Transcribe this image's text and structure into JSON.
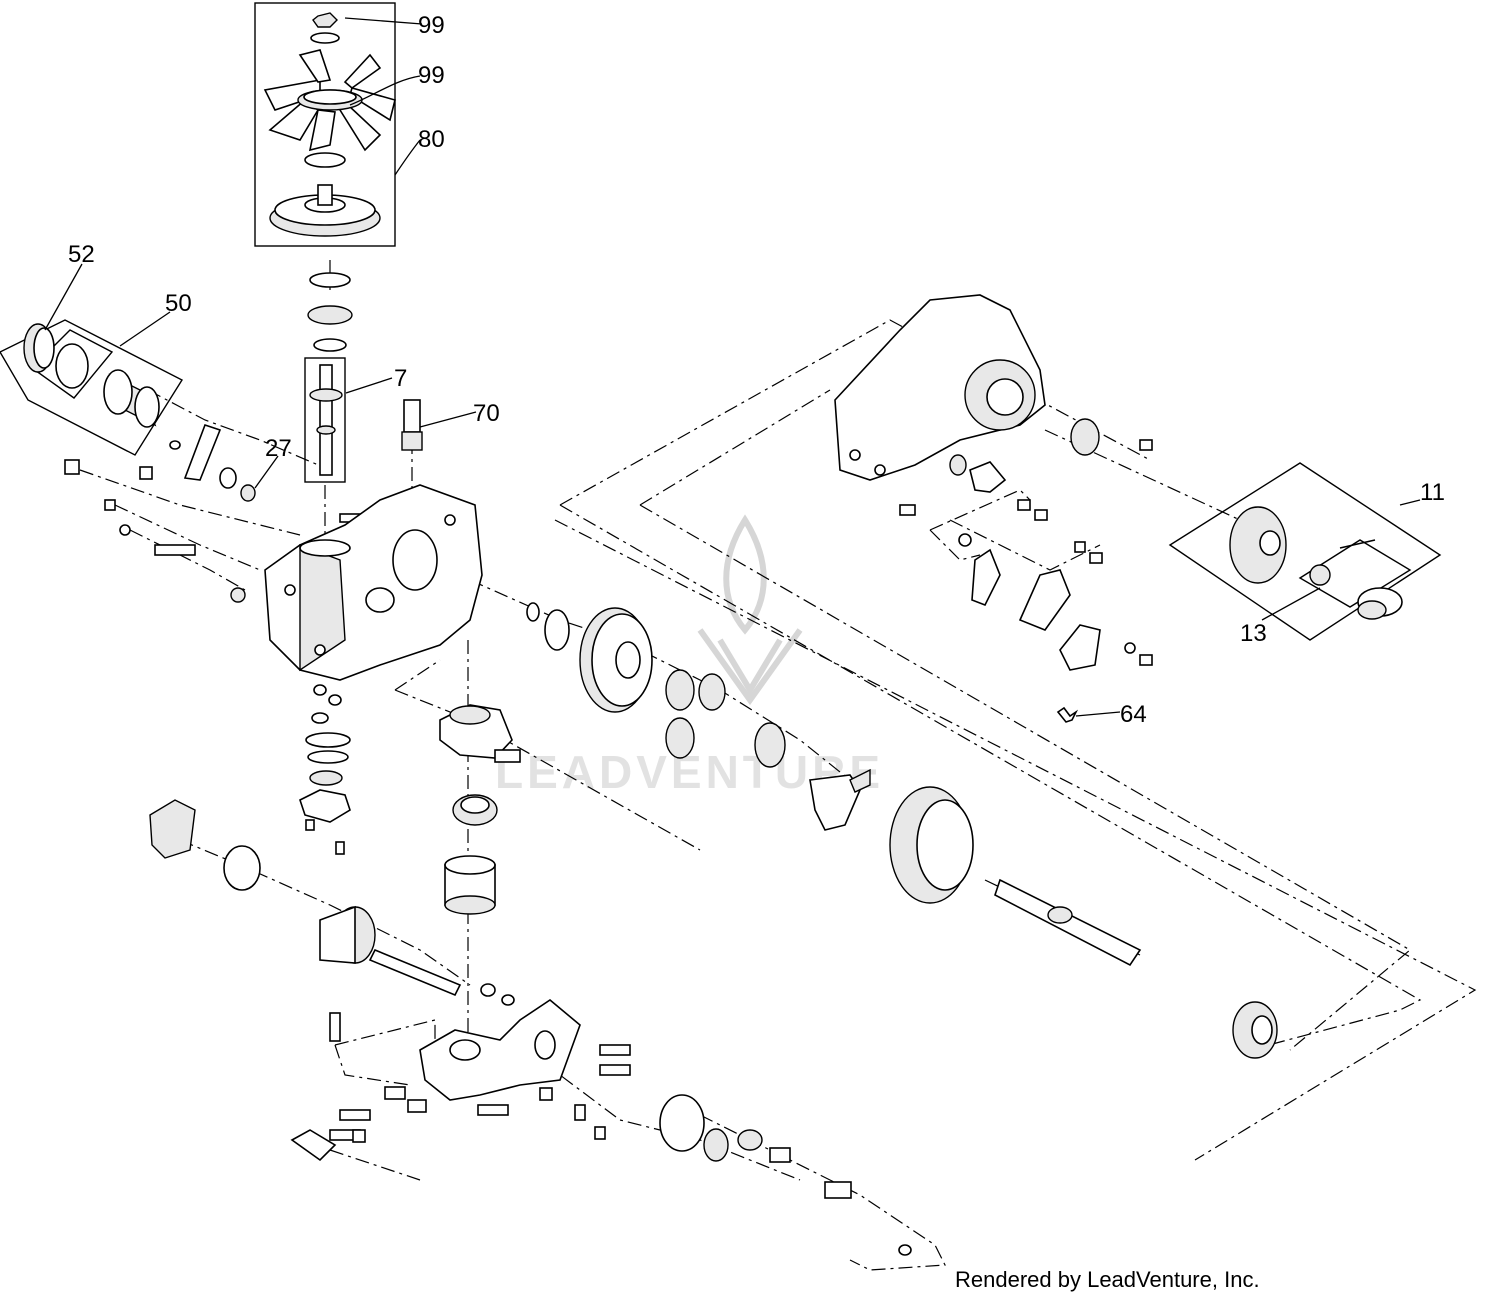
{
  "diagram": {
    "callouts": {
      "c99a": "99",
      "c99b": "99",
      "c80": "80",
      "c52": "52",
      "c50": "50",
      "c7": "7",
      "c70": "70",
      "c27": "27",
      "c11": "11",
      "c13": "13",
      "c64": "64"
    },
    "watermark": "LEADVENTURE",
    "credit": "Rendered by LeadVenture, Inc."
  }
}
